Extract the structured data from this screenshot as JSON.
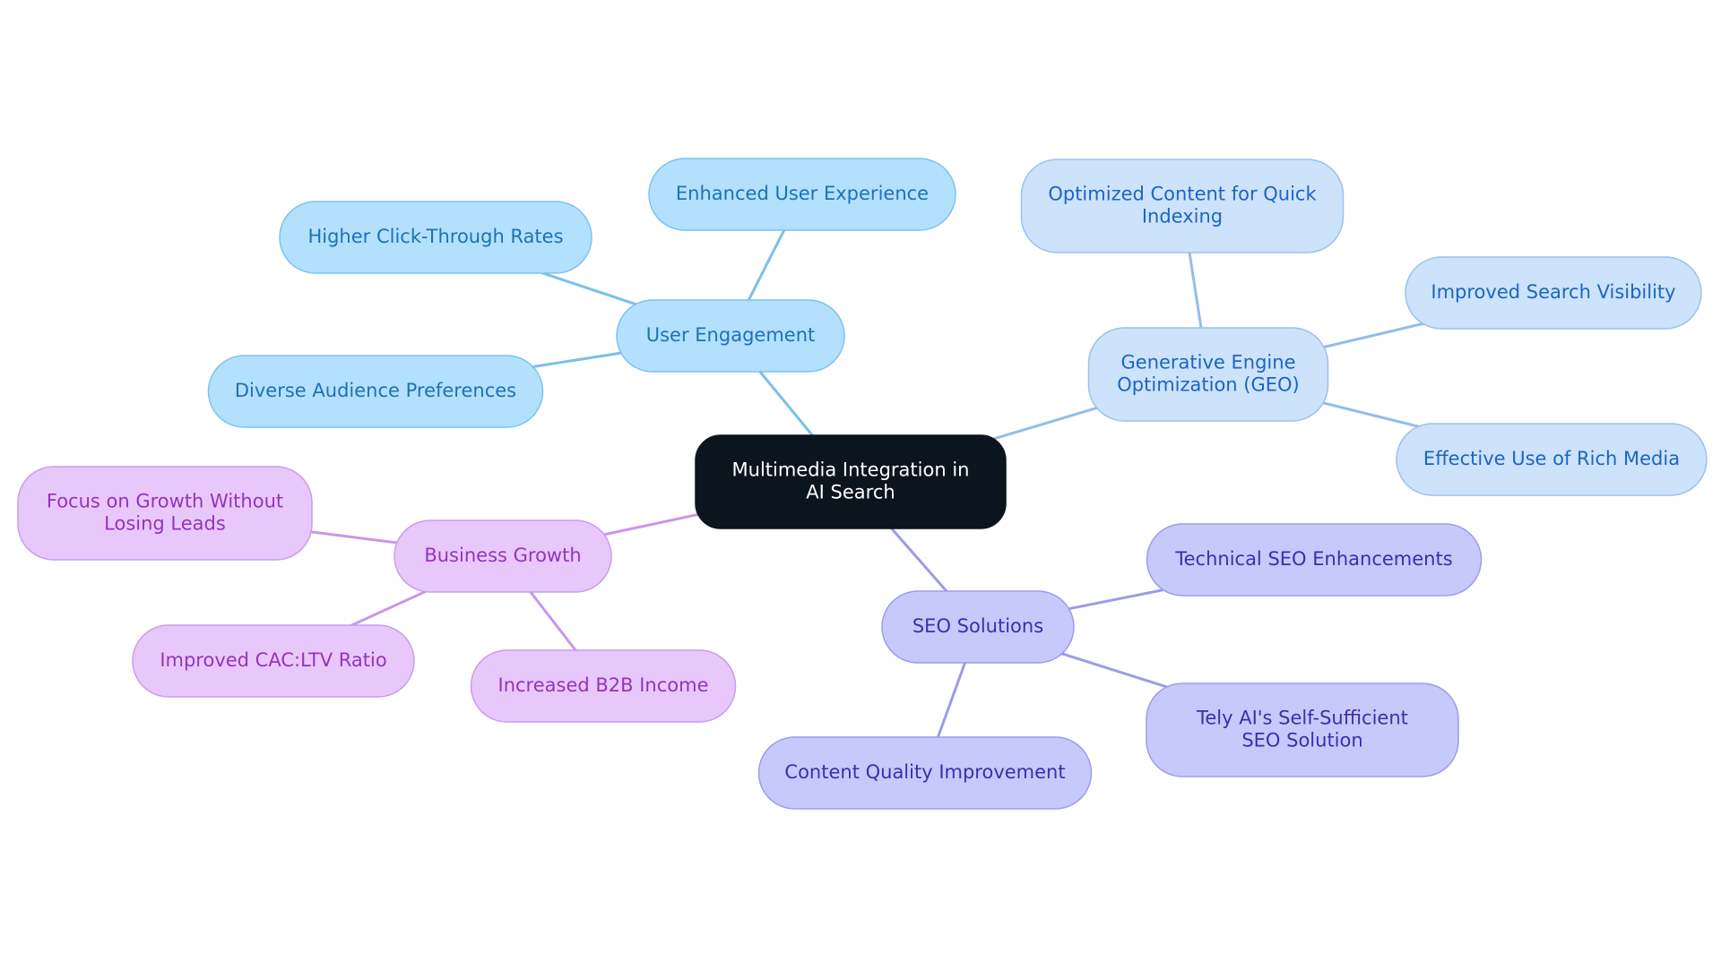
{
  "diagram": {
    "type": "mindmap",
    "colors": {
      "root_fill": "#0c141d",
      "root_text": "#ffffff",
      "engagement": {
        "fill": "#b3e0fd",
        "stroke": "#7cc3ee",
        "text": "#1c72b8",
        "line": "#7cbfe8"
      },
      "geo": {
        "fill": "#cde2fb",
        "stroke": "#9ac2ee",
        "text": "#1b66c0",
        "line": "#93bde9"
      },
      "seo": {
        "fill": "#c8c9fb",
        "stroke": "#9c9bee",
        "text": "#3730b0",
        "line": "#9d9be8"
      },
      "growth": {
        "fill": "#e8c8fb",
        "stroke": "#c99ced",
        "text": "#9334bf",
        "line": "#c897e8"
      }
    },
    "root": {
      "label": "Multimedia Integration in AI Search"
    },
    "branches": [
      {
        "label": "User Engagement",
        "theme": "engagement",
        "children": [
          {
            "label": "Enhanced User Experience"
          },
          {
            "label": "Higher Click-Through Rates"
          },
          {
            "label": "Diverse Audience Preferences"
          }
        ]
      },
      {
        "label": "Generative Engine Optimization (GEO)",
        "theme": "geo",
        "children": [
          {
            "label": "Optimized Content for Quick Indexing"
          },
          {
            "label": "Improved Search Visibility"
          },
          {
            "label": "Effective Use of Rich Media"
          }
        ]
      },
      {
        "label": "SEO Solutions",
        "theme": "seo",
        "children": [
          {
            "label": "Technical SEO Enhancements"
          },
          {
            "label": "Tely AI's Self-Sufficient SEO Solution"
          },
          {
            "label": "Content Quality Improvement"
          }
        ]
      },
      {
        "label": "Business Growth",
        "theme": "growth",
        "children": [
          {
            "label": "Focus on Growth Without Losing Leads"
          },
          {
            "label": "Improved CAC:LTV Ratio"
          },
          {
            "label": "Increased B2B Income"
          }
        ]
      }
    ]
  }
}
